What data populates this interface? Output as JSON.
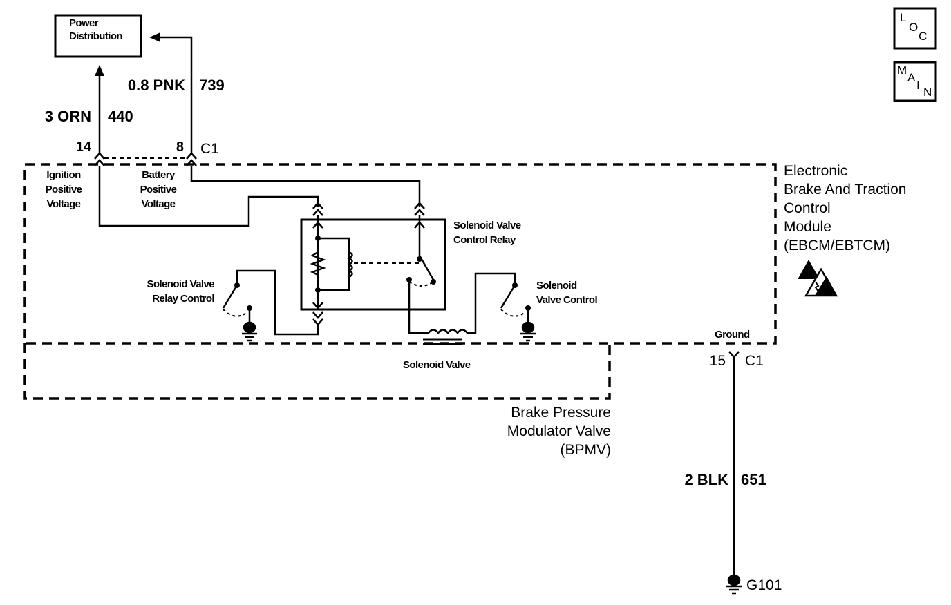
{
  "power_distribution": "Power\nDistribution",
  "loc_icon": [
    "L",
    "O",
    "C"
  ],
  "main_icon": [
    "M",
    "A",
    "I",
    "N"
  ],
  "wire_440": {
    "gauge_color": "3 ORN",
    "circuit": "440"
  },
  "wire_739": {
    "gauge_color": "0.8 PNK",
    "circuit": "739"
  },
  "wire_651": {
    "gauge_color": "2 BLK",
    "circuit": "651"
  },
  "pin_14": "14",
  "pin_8": "8",
  "pin_15": "15",
  "connector_c1_top": "C1",
  "connector_c1_ground": "C1",
  "ignition_positive_voltage": "Ignition\nPositive\nVoltage",
  "battery_positive_voltage": "Battery\nPositive\nVoltage",
  "ebcm_module": "Electronic\nBrake And Traction\nControl\nModule\n(EBCM/EBTCM)",
  "solenoid_valve_control_relay": "Solenoid Valve\nControl Relay",
  "solenoid_valve_relay_control": "Solenoid Valve\nRelay Control",
  "solenoid_valve_control": "Solenoid\nValve Control",
  "solenoid_valve": "Solenoid Valve",
  "ground_label": "Ground",
  "bpmv_module": "Brake Pressure\nModulator Valve\n(BPMV)",
  "ground_g101": "G101",
  "esd_icon": "esd-warning-icon"
}
